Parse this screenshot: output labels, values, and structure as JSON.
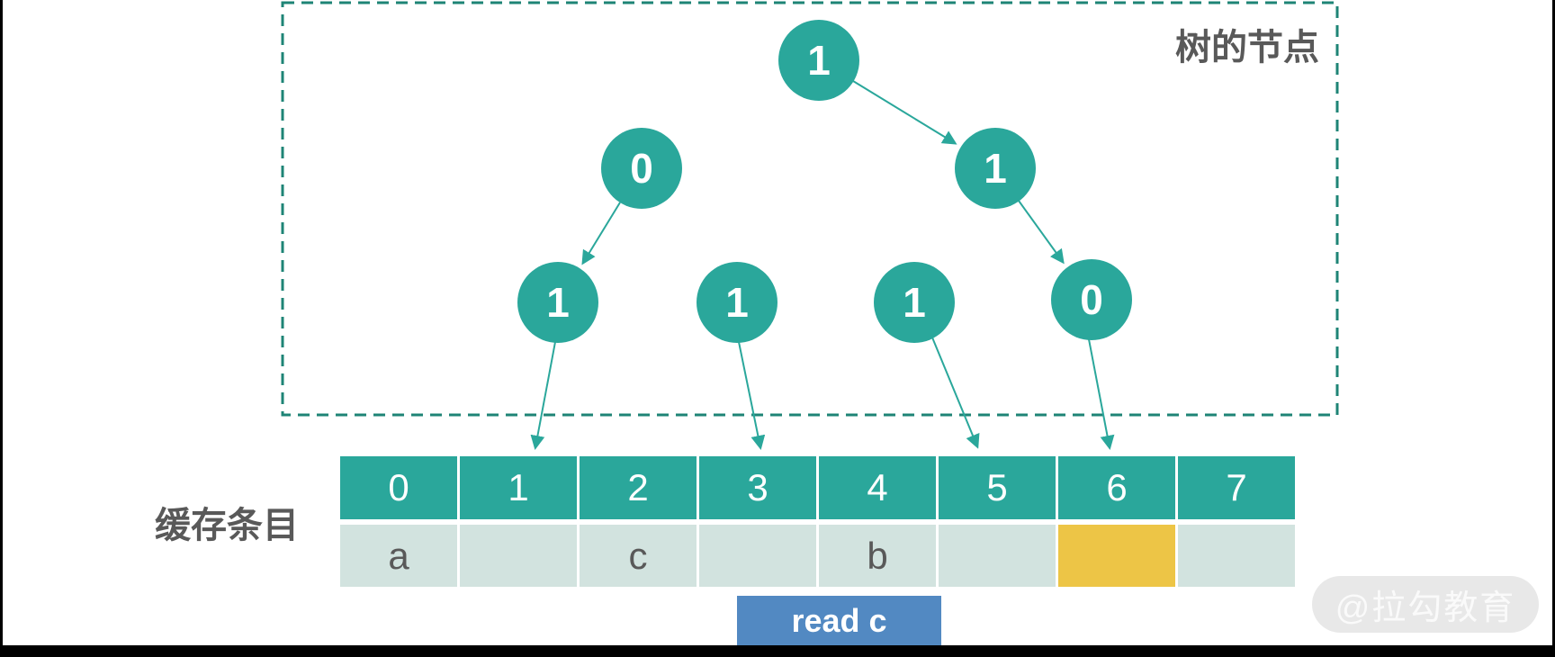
{
  "colors": {
    "teal": "#2AA79B",
    "teal_dark": "#1E8476",
    "cell_light": "#D2E3DF",
    "highlight_yellow": "#EDC546",
    "button_blue": "#5289C2",
    "text_gray": "#595959",
    "watermark_bg": "#E8E8E8",
    "watermark_text": "#FAFAFA"
  },
  "tree": {
    "label": "树的节点",
    "nodes": [
      {
        "id": "root",
        "value": "1"
      },
      {
        "id": "left-child",
        "value": "0"
      },
      {
        "id": "right-child",
        "value": "1"
      },
      {
        "id": "leaf-0",
        "value": "1"
      },
      {
        "id": "leaf-1",
        "value": "1"
      },
      {
        "id": "leaf-2",
        "value": "1"
      },
      {
        "id": "leaf-3",
        "value": "0"
      }
    ],
    "edges": [
      {
        "from": "root",
        "to": "right-child"
      },
      {
        "from": "left-child",
        "to": "leaf-0"
      },
      {
        "from": "right-child",
        "to": "leaf-3"
      },
      {
        "from": "leaf-0",
        "to": "cache-entry-1"
      },
      {
        "from": "leaf-1",
        "to": "cache-entry-3"
      },
      {
        "from": "leaf-2",
        "to": "cache-entry-5"
      },
      {
        "from": "leaf-3",
        "to": "cache-entry-6"
      }
    ]
  },
  "cache": {
    "label": "缓存条目",
    "headers": [
      "0",
      "1",
      "2",
      "3",
      "4",
      "5",
      "6",
      "7"
    ],
    "values": [
      "a",
      "",
      "c",
      "",
      "b",
      "",
      "",
      ""
    ],
    "highlighted_index": 6
  },
  "action": {
    "label": "read c"
  },
  "watermark": {
    "text": "@拉勾教育"
  }
}
